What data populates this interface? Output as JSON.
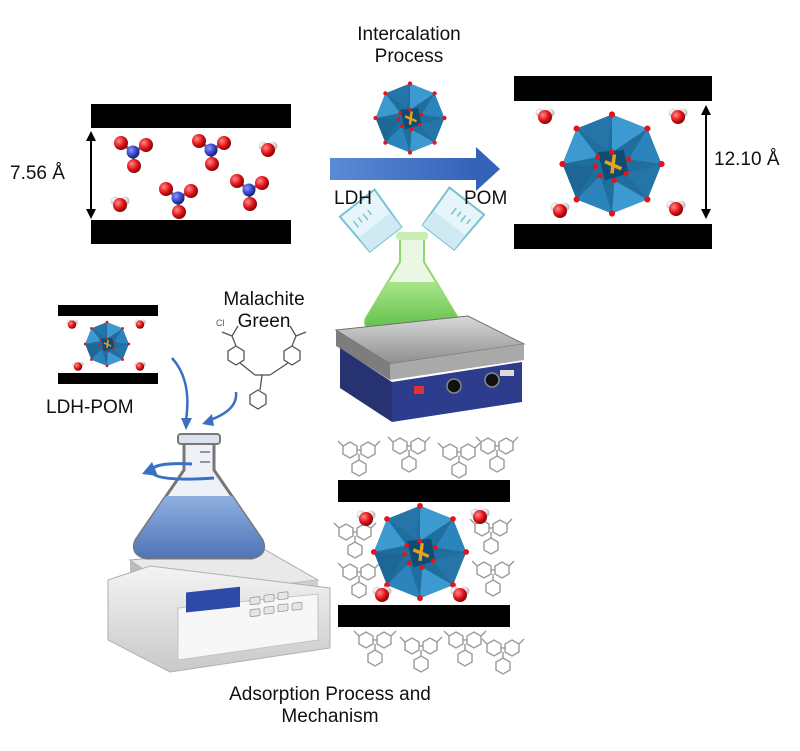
{
  "intercalation": {
    "line1": "Intercalation",
    "line2": "Process"
  },
  "ldh_label": "LDH",
  "pom_label": "POM",
  "spacing_left": "7.56 Å",
  "spacing_right": "12.10 Å",
  "dye": {
    "line1": "Malachite",
    "line2": "Green"
  },
  "ldh_pom_label": "LDH-POM",
  "adsorption": {
    "line1": "Adsorption Process and",
    "line2": "Mechanism"
  },
  "colors": {
    "layer": "#000000",
    "arrow": "#3b6fc4",
    "polyhedra": "#2a7fb5",
    "oxygen": "#e2151a",
    "nitrogen": "#3a47c9",
    "liquid_green": "#8fd86e",
    "liquid_blue": "#6c90c8",
    "stirrer": "#2d3c8c"
  },
  "icons": [
    "nitrate-molecule-icon",
    "water-molecule-icon",
    "pom-cluster-icon",
    "beaker-icon",
    "flask-icon",
    "hotplate-stirrer-icon",
    "shaker-icon",
    "rotation-arrow-icon"
  ]
}
